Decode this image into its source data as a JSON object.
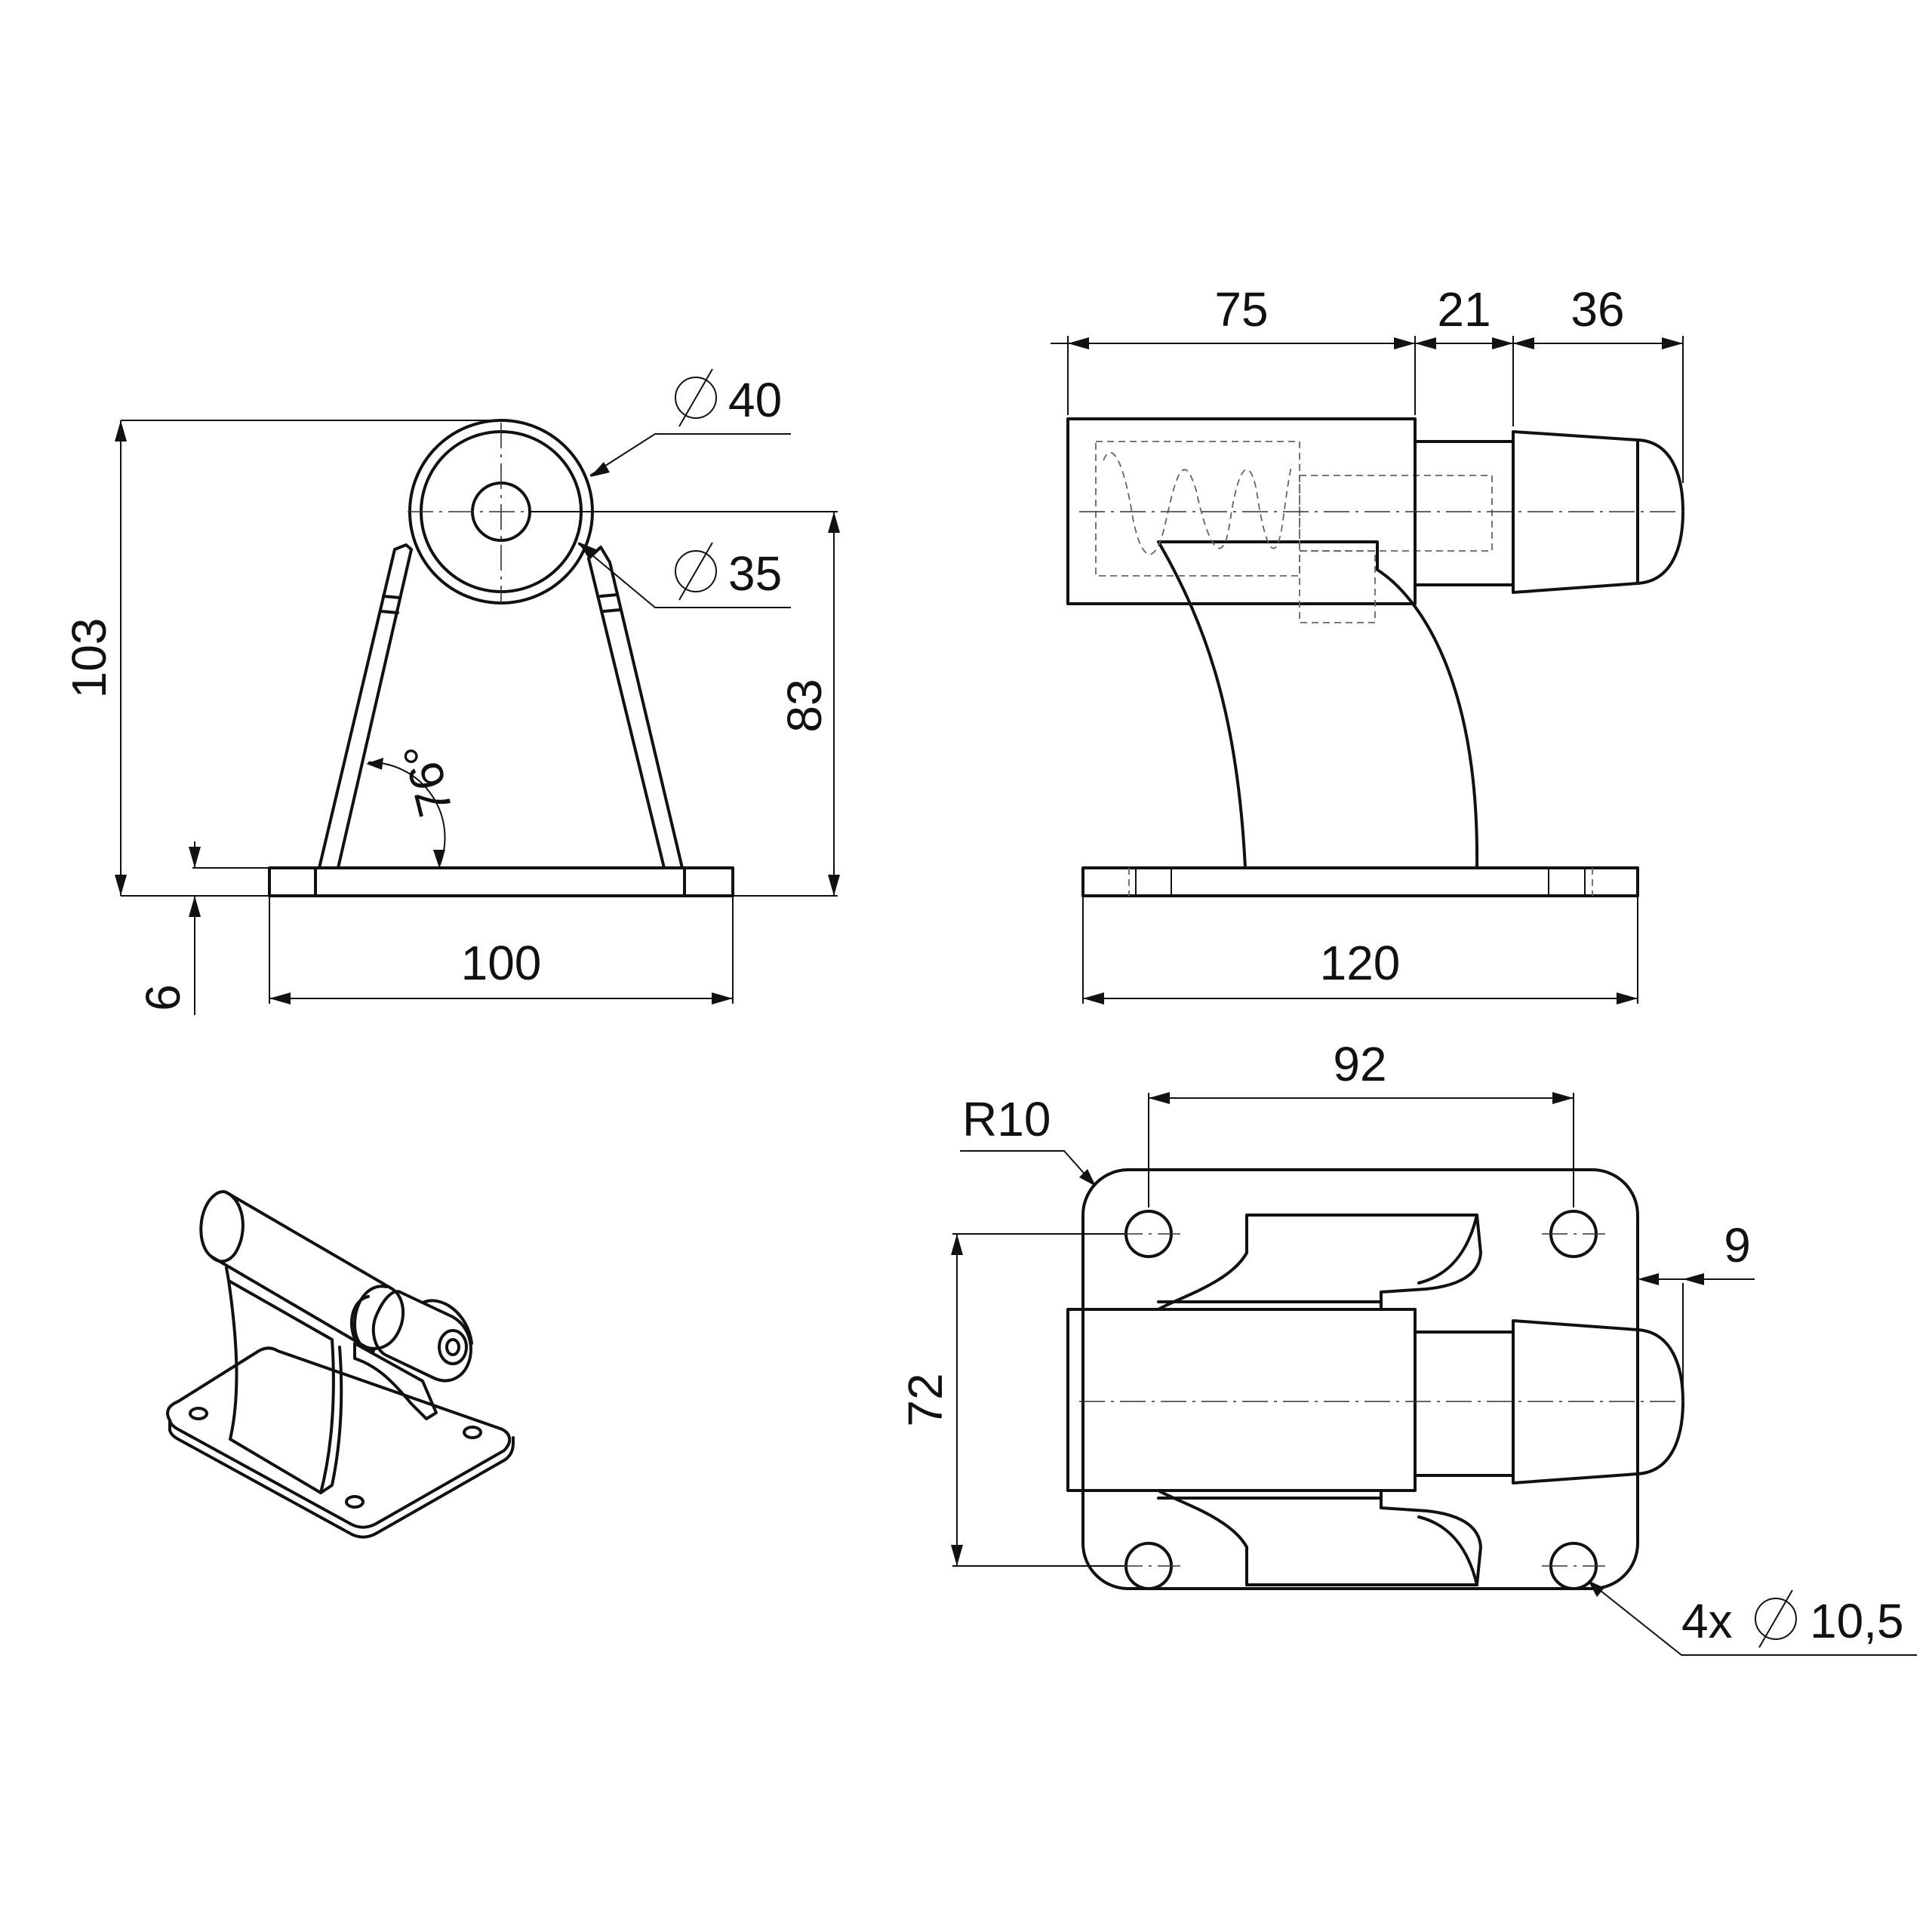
{
  "front_view": {
    "dims": {
      "height_total": "103",
      "height_axis": "83",
      "plate_thickness": "6",
      "width": "100",
      "angle": "76°",
      "dia_outer": "40",
      "dia_inner": "35"
    }
  },
  "side_view": {
    "dims": {
      "len_body": "75",
      "len_neck": "21",
      "len_cap": "36",
      "length": "120"
    }
  },
  "top_view": {
    "dims": {
      "radius": "R10",
      "hole_spacing_x": "92",
      "hole_spacing_y": "72",
      "overhang": "9",
      "holes": "4x",
      "hole_dia": "10,5"
    }
  }
}
